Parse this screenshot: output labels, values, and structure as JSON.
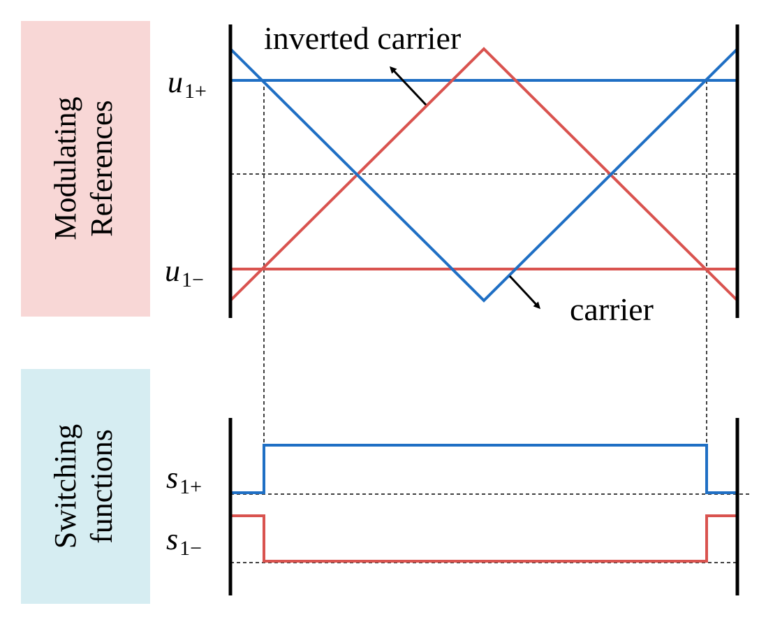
{
  "colors": {
    "blue": "#1f6fc4",
    "red": "#d9534f",
    "black": "#000000",
    "panel_top_bg": "#f8d7d6",
    "panel_bottom_bg": "#d6edf2"
  },
  "panels": {
    "top_title_line1": "Modulating",
    "top_title_line2": "References",
    "bottom_title_line1": "Switching",
    "bottom_title_line2": "functions"
  },
  "labels": {
    "u_plus": {
      "base": "u",
      "sub": "1+"
    },
    "u_minus": {
      "base": "u",
      "sub": "1−"
    },
    "s_plus": {
      "base": "s",
      "sub": "1+"
    },
    "s_minus": {
      "base": "s",
      "sub": "1−"
    }
  },
  "annotations": {
    "inverted_carrier": "inverted carrier",
    "carrier": "carrier"
  }
}
